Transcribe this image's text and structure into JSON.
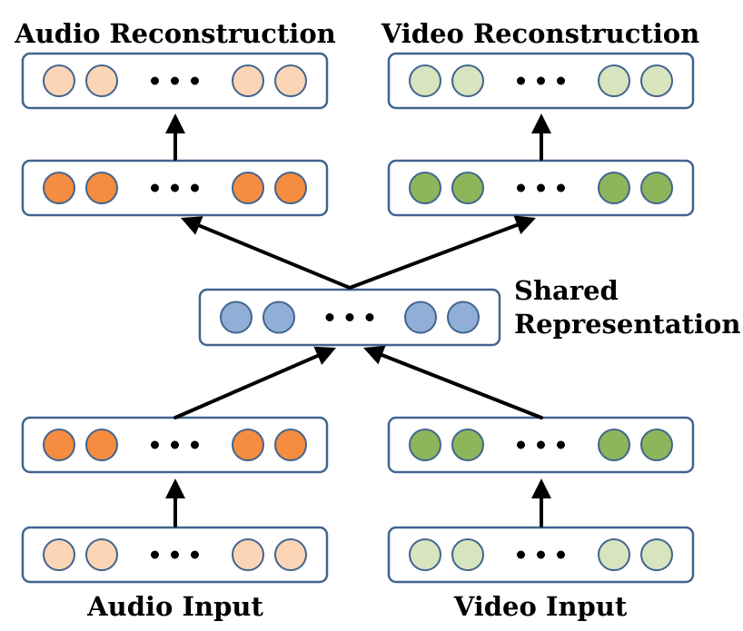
{
  "labels": {
    "audio_reconstruction": "Audio Reconstruction",
    "video_reconstruction": "Video Reconstruction",
    "shared_line1": "Shared",
    "shared_line2": "Representation",
    "audio_input": "Audio Input",
    "video_input": "Video Input"
  },
  "colors": {
    "box_border": "#41648f",
    "box_fill": "#ffffff",
    "audio_light": "#fbd5b5",
    "audio_dark": "#f58c3f",
    "video_light": "#d7e4bd",
    "video_dark": "#8db65b",
    "shared": "#91afd6",
    "node_border": "#41648f",
    "arrow": "#000000",
    "ellipsis": "#000000"
  },
  "layers": [
    {
      "id": "audio-reconstruction-layer",
      "node_color": "audio_light",
      "nodes": 4
    },
    {
      "id": "video-reconstruction-layer",
      "node_color": "video_light",
      "nodes": 4
    },
    {
      "id": "audio-decoder-hidden-layer",
      "node_color": "audio_dark",
      "nodes": 4
    },
    {
      "id": "video-decoder-hidden-layer",
      "node_color": "video_dark",
      "nodes": 4
    },
    {
      "id": "shared-representation-layer",
      "node_color": "shared",
      "nodes": 4
    },
    {
      "id": "audio-encoder-hidden-layer",
      "node_color": "audio_dark",
      "nodes": 4
    },
    {
      "id": "video-encoder-hidden-layer",
      "node_color": "video_dark",
      "nodes": 4
    },
    {
      "id": "audio-input-layer",
      "node_color": "audio_light",
      "nodes": 4
    },
    {
      "id": "video-input-layer",
      "node_color": "video_light",
      "nodes": 4
    }
  ]
}
